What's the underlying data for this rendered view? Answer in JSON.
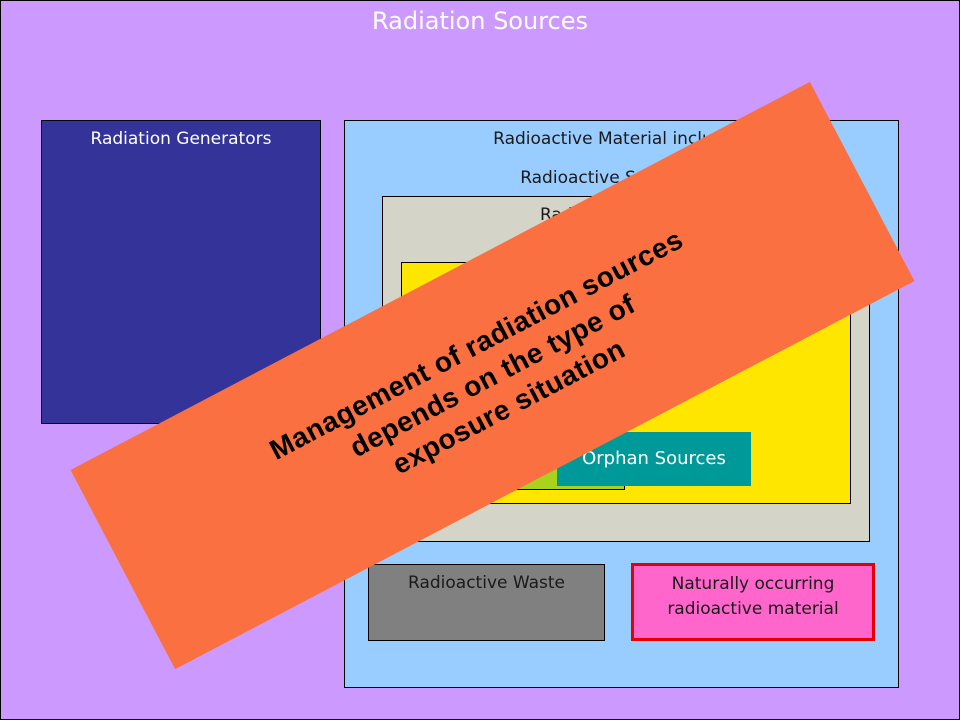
{
  "title": "Radiation Sources",
  "radiation_generators": {
    "label": "Radiation Generators"
  },
  "radioactive_material": {
    "label": "Radioactive Material including",
    "sublabel": "Radioactive Substances"
  },
  "radioactive_sources": {
    "label": "Radioactive Sources"
  },
  "orphan_sources": {
    "label": "Orphan Sources"
  },
  "radioactive_waste": {
    "label": "Radioactive Waste"
  },
  "norm": {
    "line1": "Naturally occurring",
    "line2": "radioactive material"
  },
  "banner": {
    "line1": "Management of radiation sources",
    "line2": "depends on the type of",
    "line3": "exposure situation"
  },
  "colors": {
    "background": "#cc99ff",
    "generators": "#333399",
    "radioactive_material": "#99ccff",
    "radioactive_sources": "#d4d4c8",
    "yellow_box": "#ffe600",
    "green_box": "#a8d21c",
    "orphan": "#009999",
    "waste": "#808080",
    "norm": "#ff66cc",
    "norm_border": "#e60000",
    "banner": "#fa7040"
  }
}
